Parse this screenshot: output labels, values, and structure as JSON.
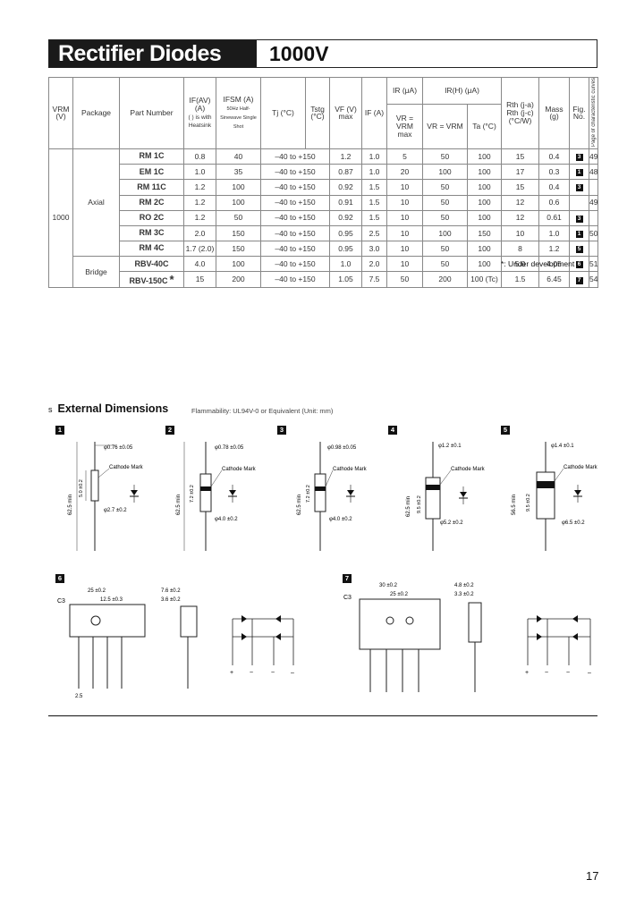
{
  "header": {
    "title": "Rectifier Diodes",
    "voltage": "1000V"
  },
  "table": {
    "headers": {
      "vrm": "VRM (V)",
      "package": "Package",
      "part": "Part Number",
      "io": "IF(AV) (A)",
      "io_note": "( ) is with Heatsink",
      "ifsm": "IFSM (A)",
      "ifsm_note": "50Hz Half-Sinewave Single Shot",
      "tj": "Tj (°C)",
      "tstg": "Tstg (°C)",
      "vf": "VF (V)",
      "vf_max": "max",
      "if": "IF (A)",
      "ir": "IR (μA)",
      "ir_cond": "VR = VRM",
      "ir_max": "max",
      "irh": "IR(H) (μA)",
      "irh_cond": "VR = VRM",
      "ta": "Ta (°C)",
      "rth": "Rth (j-a) Rth (j-c) (°C/W)",
      "mass": "Mass (g)",
      "fig": "Fig. No.",
      "page": "Page of characteristic curves"
    },
    "group_vrm": "1000",
    "group_axial": "Axial",
    "group_bridge": "Bridge",
    "rows": [
      {
        "part": "RM 1C",
        "io": "0.8",
        "ifsm": "40",
        "tj": "–40 to +150",
        "vf": "1.2",
        "if": "1.0",
        "ir": "5",
        "irh": "50",
        "ta": "100",
        "rth": "15",
        "mass": "0.4",
        "fig": "3",
        "page": "49"
      },
      {
        "part": "EM 1C",
        "io": "1.0",
        "ifsm": "35",
        "tj": "–40 to +150",
        "vf": "0.87",
        "if": "1.0",
        "ir": "20",
        "irh": "100",
        "ta": "100",
        "rth": "17",
        "mass": "0.3",
        "fig": "1",
        "page": "48"
      },
      {
        "part": "RM 11C",
        "io": "1.2",
        "ifsm": "100",
        "tj": "–40 to +150",
        "vf": "0.92",
        "if": "1.5",
        "ir": "10",
        "irh": "50",
        "ta": "100",
        "rth": "15",
        "mass": "0.4",
        "fig": "3",
        "page": ""
      },
      {
        "part": "RM 2C",
        "io": "1.2",
        "ifsm": "100",
        "tj": "–40 to +150",
        "vf": "0.91",
        "if": "1.5",
        "ir": "10",
        "irh": "50",
        "ta": "100",
        "rth": "12",
        "mass": "0.6",
        "fig": "",
        "page": "49"
      },
      {
        "part": "RO 2C",
        "io": "1.2",
        "ifsm": "50",
        "tj": "–40 to +150",
        "vf": "0.92",
        "if": "1.5",
        "ir": "10",
        "irh": "50",
        "ta": "100",
        "rth": "12",
        "mass": "0.61",
        "fig": "3",
        "page": ""
      },
      {
        "part": "RM 3C",
        "io": "2.0",
        "ifsm": "150",
        "tj": "–40 to +150",
        "vf": "0.95",
        "if": "2.5",
        "ir": "10",
        "irh": "100",
        "ta": "150",
        "rth": "10",
        "mass": "1.0",
        "fig": "1",
        "page": "50"
      },
      {
        "part": "RM 4C",
        "io": "1.7 (2.0)",
        "ifsm": "150",
        "tj": "–40 to +150",
        "vf": "0.95",
        "if": "3.0",
        "ir": "10",
        "irh": "50",
        "ta": "100",
        "rth": "8",
        "mass": "1.2",
        "fig": "5",
        "page": ""
      },
      {
        "part": "RBV-40C",
        "io": "4.0",
        "ifsm": "100",
        "tj": "–40 to +150",
        "vf": "1.0",
        "if": "2.0",
        "ir": "10",
        "irh": "50",
        "ta": "100",
        "rth": "5.0",
        "mass": "4.05",
        "fig": "6",
        "page": "51"
      },
      {
        "part": "RBV-150C",
        "star": "*",
        "io": "15",
        "ifsm": "200",
        "tj": "–40 to +150",
        "vf": "1.05",
        "if": "7.5",
        "ir": "50",
        "irh": "200",
        "ta": "100 (Tc)",
        "rth": "1.5",
        "mass": "6.45",
        "fig": "7",
        "page": "54"
      }
    ],
    "note": "*: Under development"
  },
  "section": {
    "marker": "s",
    "title": "External Dimensions",
    "subtitle": "Flammability: UL94V-0 or Equivalent   (Unit: mm)"
  },
  "figures": {
    "labels": [
      "1",
      "2",
      "3",
      "4",
      "5",
      "6",
      "7"
    ],
    "cathode_mark": "Cathode Mark",
    "dims": {
      "f1_lead": "φ0.76 ±0.05",
      "f1_len": "62.5 min",
      "f1_body": "5.0 ±0.2",
      "f1_dia": "φ2.7 ±0.2",
      "f2_lead": "φ0.78 ±0.05",
      "f2_len": "62.5 min",
      "f2_body": "7.2 ±0.2",
      "f2_dia": "φ4.0 ±0.2",
      "f3_lead": "φ0.98 ±0.05",
      "f3_len": "62.5 min",
      "f3_body": "7.2 ±0.2",
      "f3_dia": "φ4.0 ±0.2",
      "f4_lead": "φ1.2 ±0.1",
      "f4_len": "62.5 min",
      "f4_body": "9.5 ±0.2",
      "f4_dia": "φ5.2 ±0.2",
      "f5_lead": "φ1.4 ±0.1",
      "f5_len": "56.5 min",
      "f5_body": "9.5 ±0.2",
      "f5_dia": "φ6.5 ±0.2",
      "f6_w": "25 ±0.2",
      "f6_w2": "12.5 ±0.3",
      "f6_c": "C3",
      "f6_p": "2.5",
      "f6_t": "3.6 ±0.2",
      "f6_t2": "7.6 ±0.2",
      "f7_w": "30 ±0.2",
      "f7_w2": "25 ±0.2",
      "f7_c": "C3",
      "f7_t": "4.8 ±0.2",
      "f7_t2": "3.3 ±0.2",
      "pin_labels": [
        "+",
        "~",
        "~",
        "–"
      ]
    }
  },
  "footer": {
    "page": "17"
  }
}
